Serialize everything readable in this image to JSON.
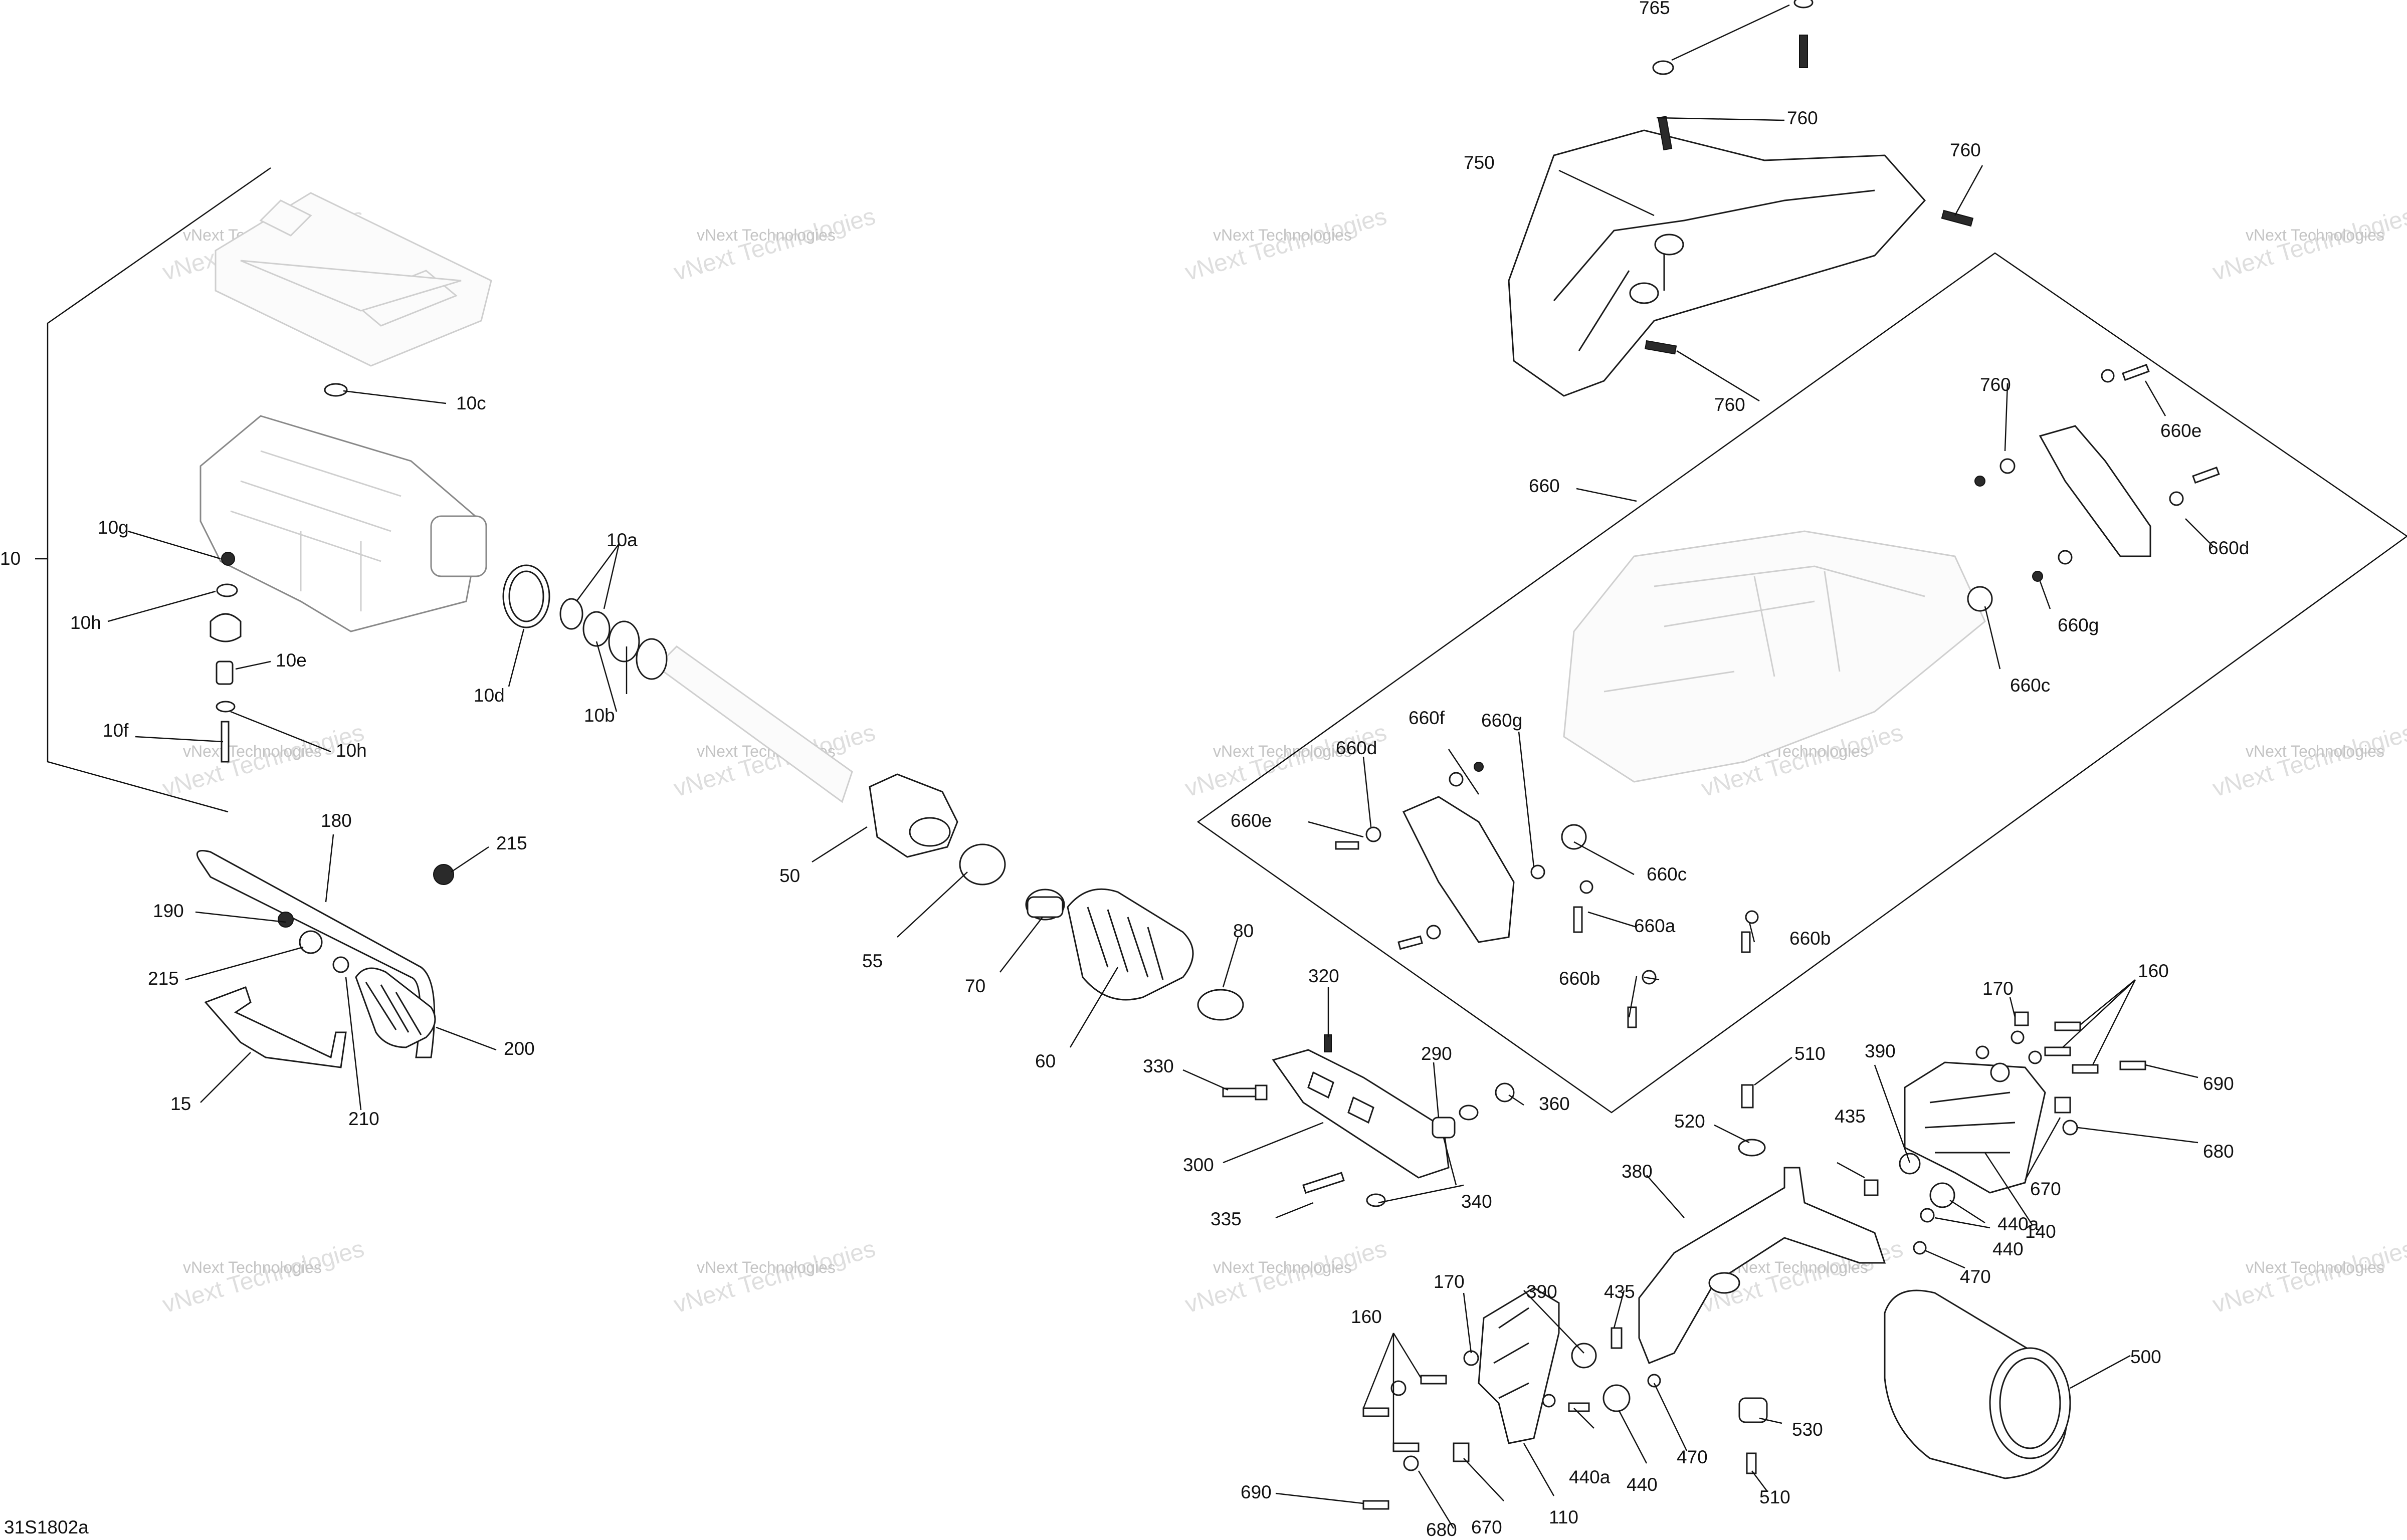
{
  "drawing_code": "31S1802a",
  "watermark": "vNext Technologies",
  "callouts": [
    "765",
    "760",
    "760",
    "750",
    "760",
    "760",
    "660f",
    "660e",
    "660",
    "660d",
    "660g",
    "660c",
    "10c",
    "10",
    "10g",
    "10a",
    "10h",
    "10e",
    "10d",
    "10b",
    "10f",
    "10h",
    "660d",
    "660f",
    "660g",
    "660e",
    "660c",
    "660a",
    "660b",
    "660b",
    "180",
    "215",
    "190",
    "215",
    "200",
    "15",
    "210",
    "50",
    "55",
    "70",
    "60",
    "80",
    "320",
    "330",
    "290",
    "360",
    "300",
    "340",
    "335",
    "510",
    "390",
    "435",
    "520",
    "380",
    "170",
    "160",
    "690",
    "680",
    "670",
    "440a",
    "440",
    "470",
    "140",
    "390",
    "435",
    "170",
    "160",
    "110",
    "440a",
    "440",
    "470",
    "530",
    "500",
    "510",
    "690",
    "680",
    "670"
  ]
}
